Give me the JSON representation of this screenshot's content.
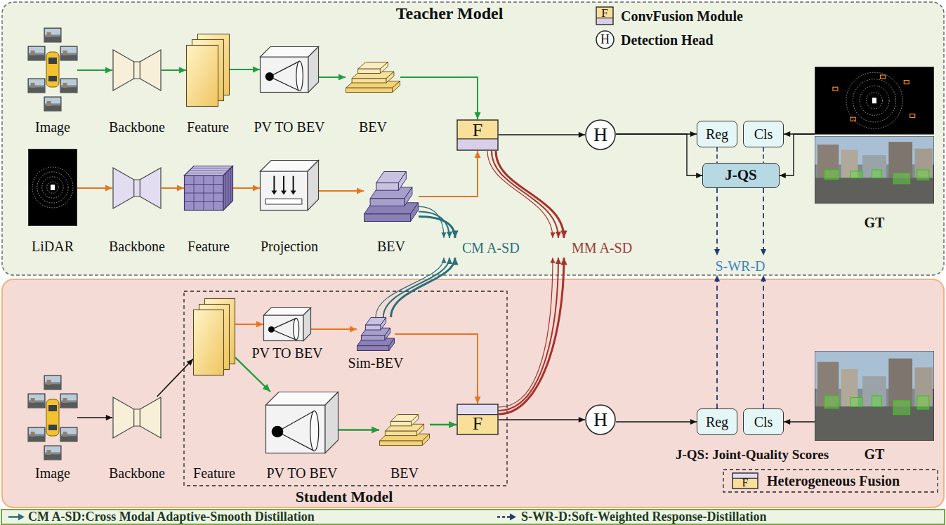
{
  "diagram": {
    "nodes": [
      {
        "text": [
          "Teacher Model"
        ]
      },
      {
        "text": [
          "Image"
        ],
        "in": 0
      },
      {
        "text": [
          "Backbone"
        ],
        "in": 0
      },
      {
        "text": [
          "Feature"
        ],
        "in": 0
      },
      {
        "text": [
          "PV TO BEV"
        ],
        "in": 0
      },
      {
        "text": [
          "BEV"
        ],
        "in": 0
      },
      {
        "text": [
          "LiDAR"
        ],
        "in": 0
      },
      {
        "text": [
          "Backbone"
        ],
        "in": 0
      },
      {
        "text": [
          "Feature"
        ],
        "in": 0
      },
      {
        "text": [
          "Projection"
        ],
        "in": 0
      },
      {
        "text": [
          "BEV"
        ],
        "in": 0
      },
      {
        "text": [
          "F"
        ],
        "in": 0
      },
      {
        "text": [
          "H"
        ],
        "in": 0
      },
      {
        "text": [
          "Reg"
        ],
        "in": 0
      },
      {
        "text": [
          "Cls"
        ],
        "in": 0
      },
      {
        "text": [
          "J-QS"
        ],
        "in": 0
      },
      {
        "text": [
          "GT"
        ],
        "in": 0
      },
      {
        "text": [
          "Student Model"
        ]
      },
      {
        "text": [
          "Image"
        ],
        "in": 17
      },
      {
        "text": [
          "Backbone"
        ],
        "in": 17
      },
      {
        "text": [
          "Feature"
        ],
        "in": 17
      },
      {
        "text": [
          "PV TO BEV"
        ],
        "in": 17
      },
      {
        "text": [
          "Sim-BEV"
        ],
        "in": 17
      },
      {
        "text": [
          "PV TO BEV"
        ],
        "in": 17
      },
      {
        "text": [
          "BEV"
        ],
        "in": 17
      },
      {
        "text": [
          "F"
        ],
        "in": 17
      },
      {
        "text": [
          "H"
        ],
        "in": 17
      },
      {
        "text": [
          "Reg"
        ],
        "in": 17
      },
      {
        "text": [
          "Cls"
        ],
        "in": 17
      },
      {
        "text": [
          "GT"
        ],
        "in": 17
      }
    ],
    "edges": [
      {
        "from": 1,
        "to": 2,
        "arrow": "to"
      },
      {
        "from": 2,
        "to": 3,
        "arrow": "to"
      },
      {
        "from": 3,
        "to": 4,
        "arrow": "to"
      },
      {
        "from": 4,
        "to": 5,
        "arrow": "to"
      },
      {
        "from": 5,
        "to": 11,
        "arrow": "to"
      },
      {
        "from": 6,
        "to": 7,
        "arrow": "to"
      },
      {
        "from": 7,
        "to": 8,
        "arrow": "to"
      },
      {
        "from": 8,
        "to": 9,
        "arrow": "to"
      },
      {
        "from": 9,
        "to": 10,
        "arrow": "to"
      },
      {
        "from": 10,
        "to": 11,
        "arrow": "to"
      },
      {
        "from": 11,
        "to": 12,
        "arrow": "to"
      },
      {
        "from": 12,
        "to": 13,
        "arrow": "to"
      },
      {
        "from": 16,
        "to": 14,
        "arrow": "to"
      },
      {
        "from": 12,
        "to": 15,
        "arrow": "to"
      },
      {
        "from": 16,
        "to": 15,
        "arrow": "to"
      },
      {
        "from": 13,
        "to": 15,
        "arrow": "none"
      },
      {
        "from": 14,
        "to": 15,
        "arrow": "none"
      },
      {
        "from": 18,
        "to": 19,
        "arrow": "to"
      },
      {
        "from": 19,
        "to": 20,
        "arrow": "to"
      },
      {
        "from": 20,
        "to": 21,
        "arrow": "to"
      },
      {
        "from": 21,
        "to": 22,
        "arrow": "to"
      },
      {
        "from": 22,
        "to": 25,
        "arrow": "to"
      },
      {
        "from": 20,
        "to": 23,
        "arrow": "to"
      },
      {
        "from": 23,
        "to": 24,
        "arrow": "to"
      },
      {
        "from": 24,
        "to": 25,
        "arrow": "to"
      },
      {
        "from": 25,
        "to": 26,
        "arrow": "to"
      },
      {
        "from": 26,
        "to": 27,
        "arrow": "to"
      },
      {
        "from": 29,
        "to": 28,
        "arrow": "to"
      },
      {
        "from": 22,
        "to": 10,
        "arrow": "both",
        "label": "CM A-SD"
      },
      {
        "from": 25,
        "to": 11,
        "arrow": "both",
        "label": "MM A-SD"
      },
      {
        "from": 27,
        "to": 15,
        "arrow": "both",
        "label": "S-WR-D"
      },
      {
        "from": 28,
        "to": 15,
        "arrow": "both"
      }
    ],
    "labels": [
      "F",
      "H",
      "J-QS: Joint-Quality Scores",
      "F"
    ],
    "legend": [
      {
        "text": "ConvFusion Module"
      },
      {
        "text": "Detection Head"
      },
      {
        "text": "Heterogeneous Fusion"
      },
      {
        "text": "CM A-SD:Cross Modal Adaptive-Smooth Distillation"
      },
      {
        "text": "S-WR-D:Soft-Weighted Response-Distillation"
      }
    ]
  }
}
